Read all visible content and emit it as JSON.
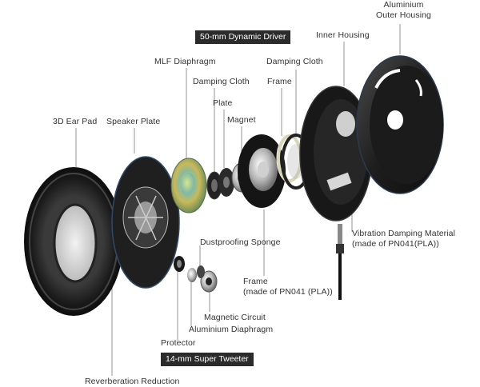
{
  "labels": {
    "aluminium_outer_housing": [
      "Aluminium",
      "Outer Housing"
    ],
    "driver_badge": "50-mm Dynamic Driver",
    "inner_housing": "Inner Housing",
    "mlf_diaphragm": "MLF Diaphragm",
    "damping_cloth_top": "Damping Cloth",
    "damping_cloth_mid": "Damping Cloth",
    "frame_top": "Frame",
    "plate": "Plate",
    "magnet": "Magnet",
    "ear_pad": "3D Ear Pad",
    "speaker_plate": "Speaker Plate",
    "vibration_damping": [
      "Vibration Damping Material",
      "(made of PN041(PLA))"
    ],
    "dustproofing_sponge": "Dustproofing Sponge",
    "frame_bottom": [
      "Frame",
      "(made of PN041 (PLA))"
    ],
    "magnetic_circuit": "Magnetic Circuit",
    "aluminium_diaphragm": "Aluminium Diaphragm",
    "protector": "Protector",
    "tweeter_badge": "14-mm Super Tweeter",
    "reverberation_reduction": "Reverberation Reduction"
  },
  "colors": {
    "leader": "#7a7a7a",
    "badge_bg": "#2b2b2b",
    "label_text": "#333333"
  }
}
